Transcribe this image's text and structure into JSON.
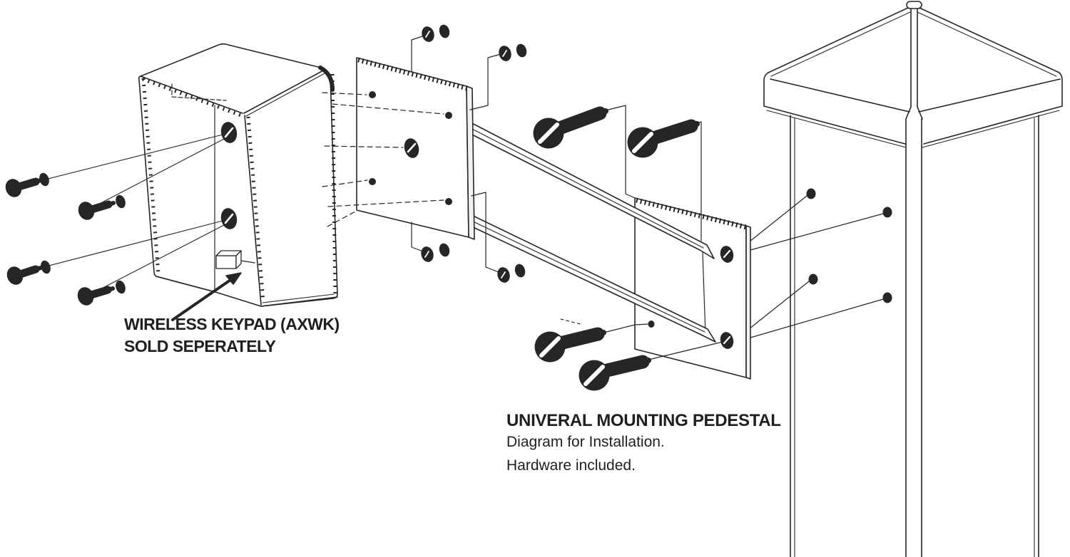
{
  "annotations": {
    "keypad_note": {
      "line1": "WIRELESS KEYPAD (AXWK)",
      "line2": "SOLD SEPERATELY"
    },
    "pedestal_note": {
      "title": "UNIVERAL MOUNTING PEDESTAL",
      "line1": "Diagram for Installation.",
      "line2": "Hardware included."
    }
  },
  "components": {
    "hood": "keypad-hood-cover",
    "center_plate": "keypad-mounting-plate",
    "arm": "pedestal-arm-channel",
    "post_plate": "post-mounting-plate",
    "post": "fence-post-with-cap",
    "fasteners": "lag-screws-washers-and-carriage-bolts"
  },
  "colors": {
    "background": "#ffffff",
    "line": "#262626",
    "text": "#1f1f1f"
  }
}
